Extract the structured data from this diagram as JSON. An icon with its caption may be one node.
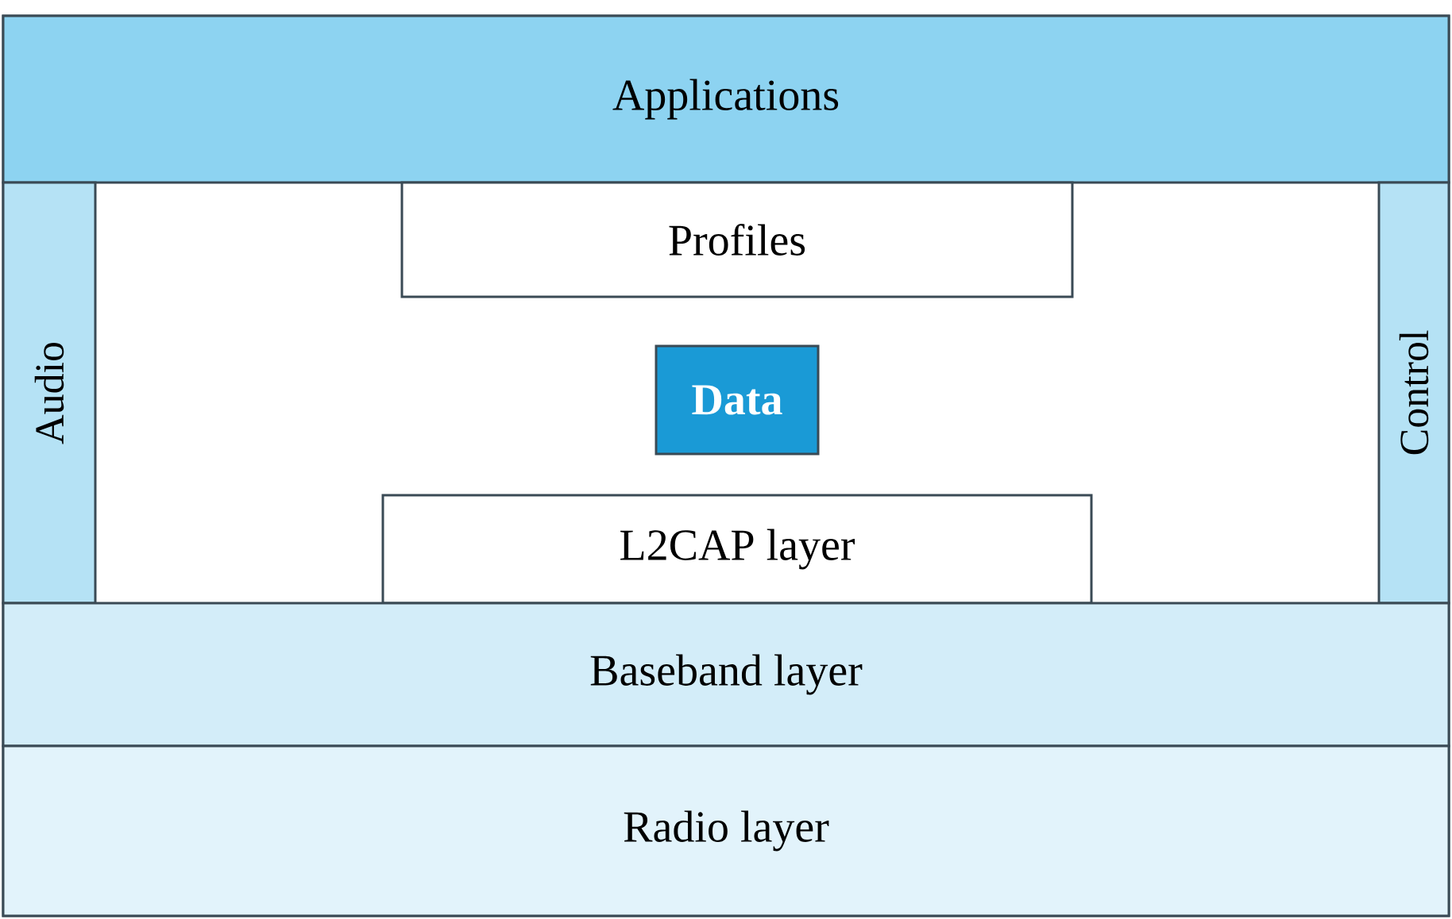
{
  "diagram": {
    "nodes": [
      {
        "text": [
          "Applications"
        ]
      },
      {
        "text": [
          "Audio"
        ]
      },
      {
        "text": [
          "Profiles"
        ]
      },
      {
        "text": [
          "Data"
        ]
      },
      {
        "text": [
          "L2CAP layer"
        ]
      },
      {
        "text": [
          "Control"
        ]
      },
      {
        "text": [
          "Baseband layer"
        ]
      },
      {
        "text": [
          "Radio layer"
        ]
      }
    ]
  }
}
